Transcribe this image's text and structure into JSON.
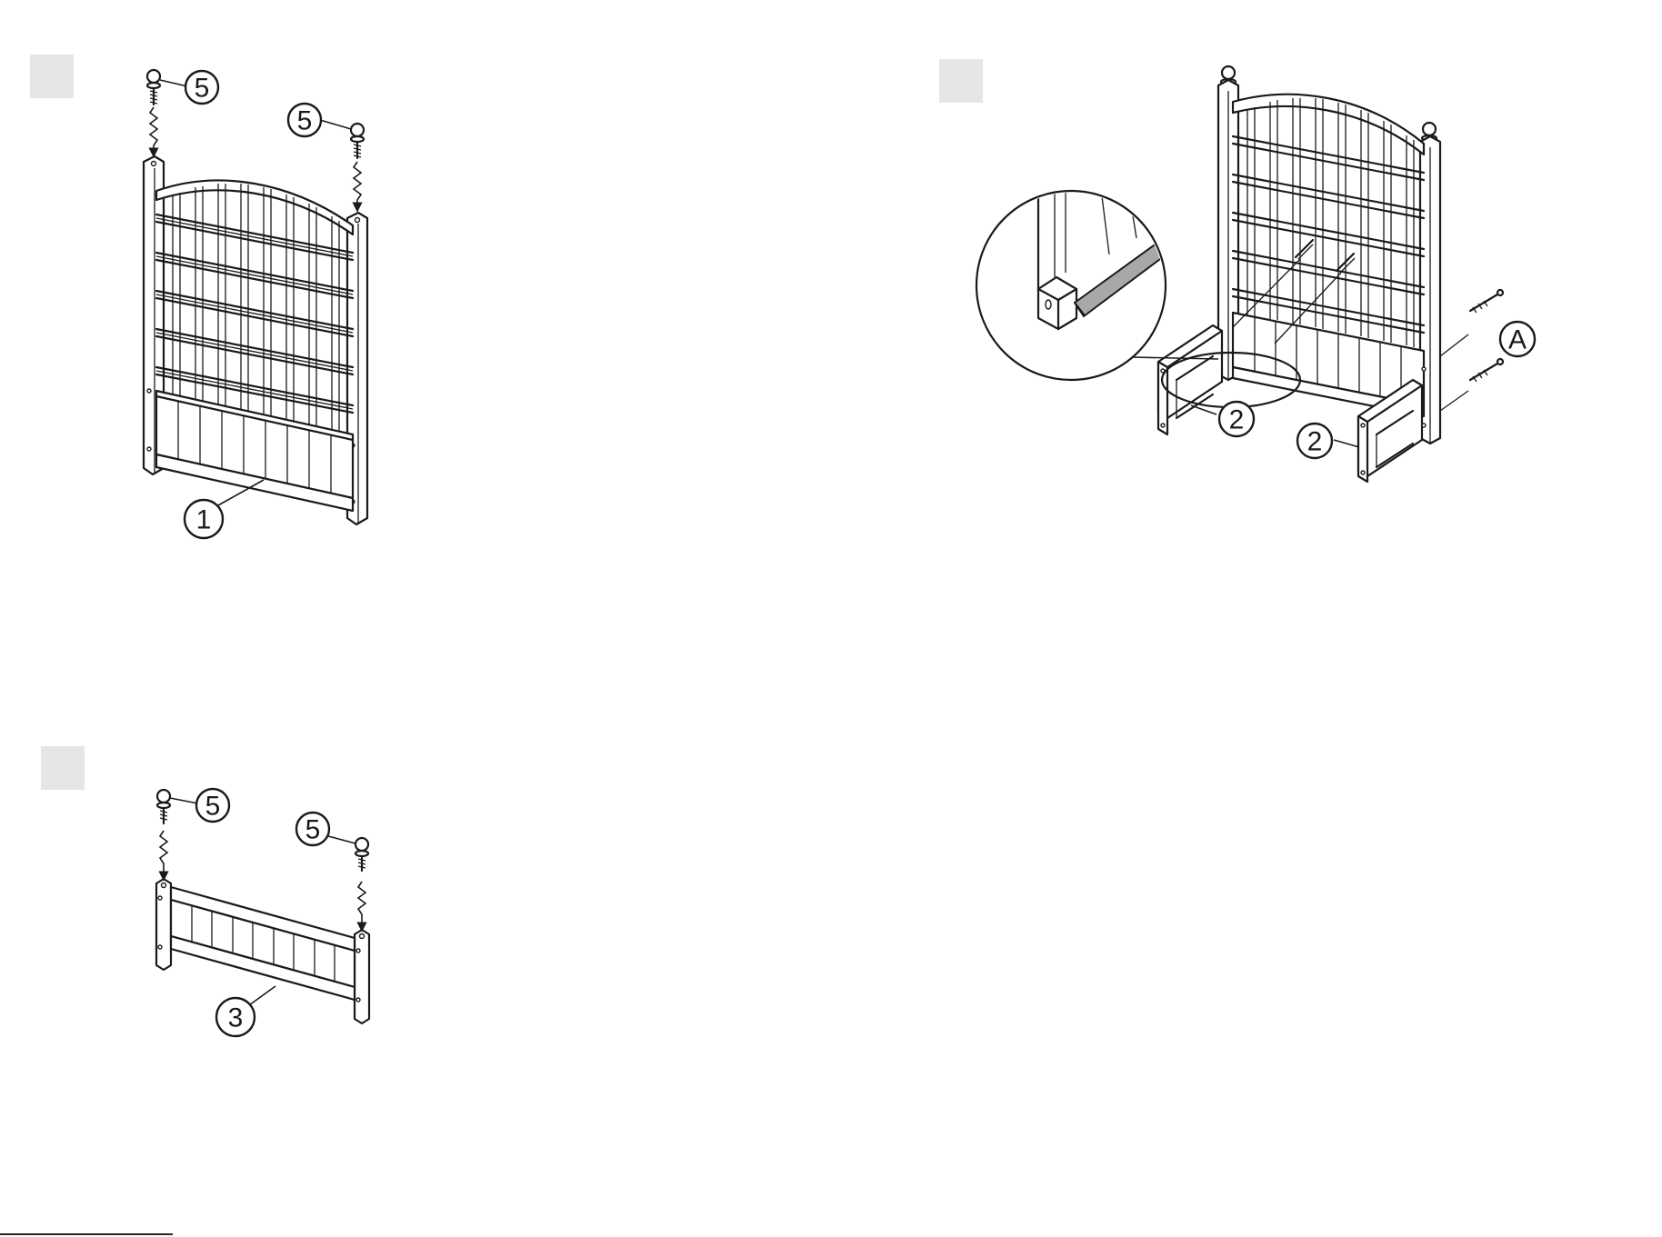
{
  "callouts": {
    "step1_cap_left": "5",
    "step1_cap_right": "5",
    "step1_panel": "1",
    "step2_side_left": "2",
    "step2_side_right": "2",
    "step2_screws": "A",
    "step3_cap_left": "5",
    "step3_cap_right": "5",
    "step3_panel": "3"
  }
}
